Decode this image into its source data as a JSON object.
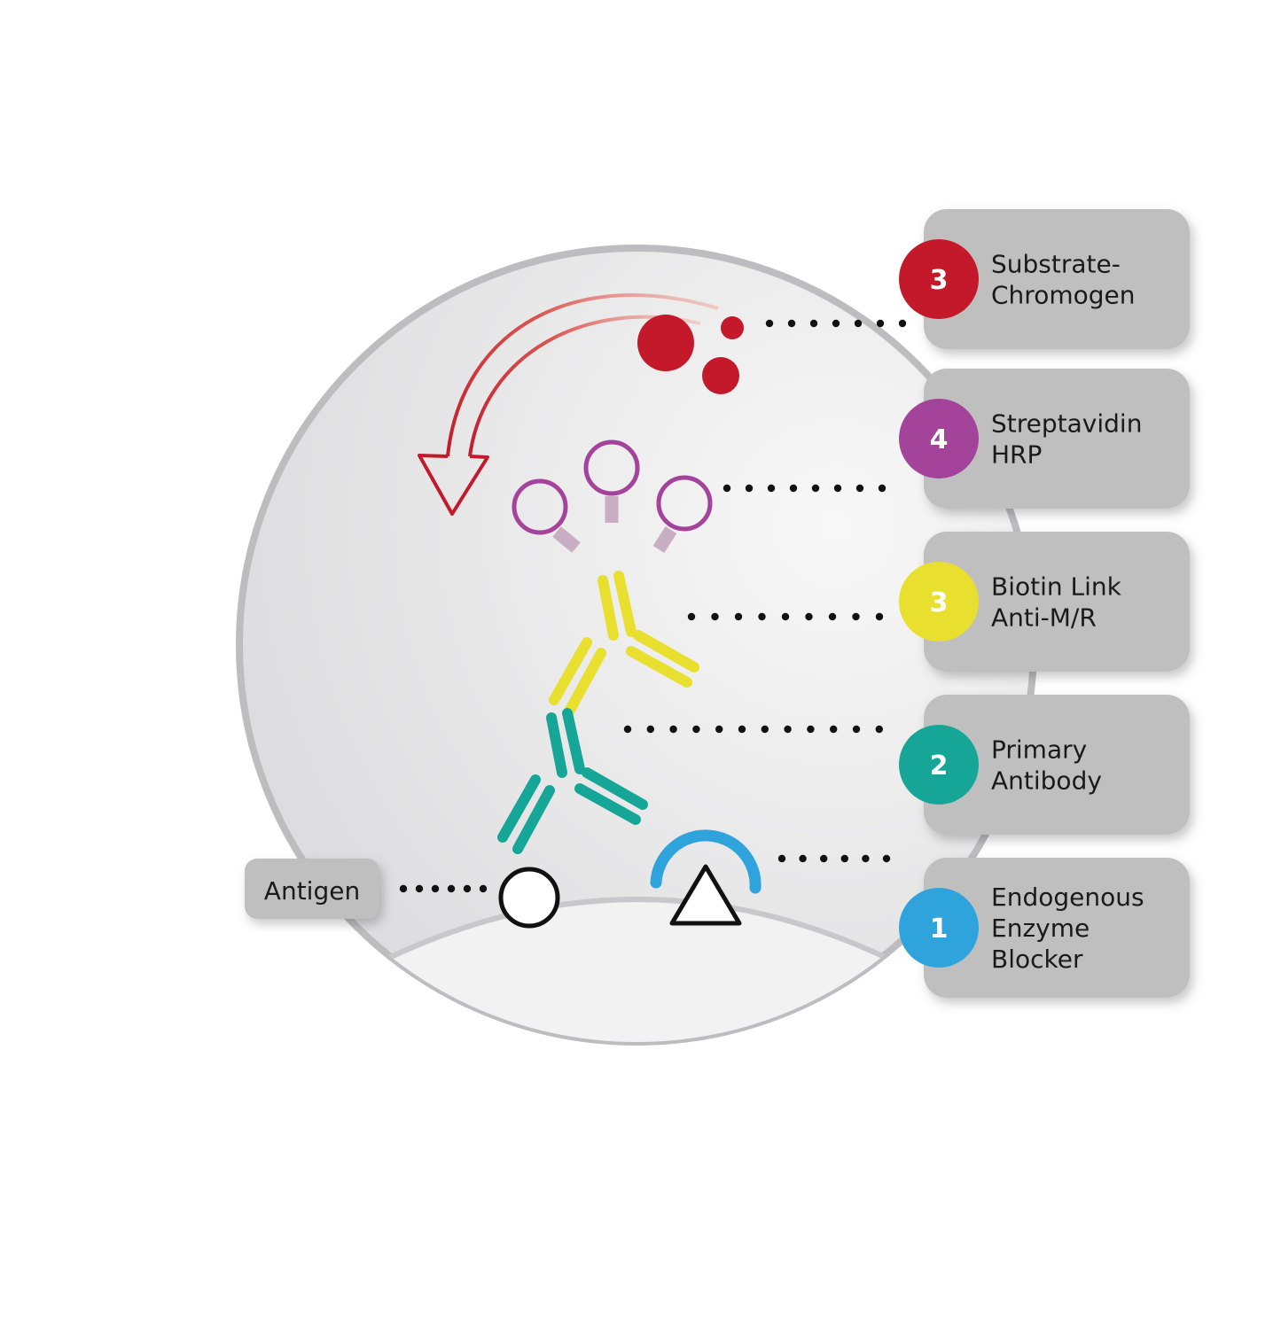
{
  "colors": {
    "red": "#c3192b",
    "purple": "#a3439a",
    "yellow": "#e8df2e",
    "teal": "#16a698",
    "blue": "#2fa3dc",
    "card": "#bfbfc0",
    "stem": "#c9aec3"
  },
  "labels": [
    {
      "number": "3",
      "lines": [
        "Substrate-",
        "Chromogen"
      ],
      "color": "#c3192b"
    },
    {
      "number": "4",
      "lines": [
        "Streptavidin",
        "HRP"
      ],
      "color": "#a3439a"
    },
    {
      "number": "3",
      "lines": [
        "Biotin Link",
        "Anti-M/R"
      ],
      "color": "#e8df2e"
    },
    {
      "number": "2",
      "lines": [
        "Primary",
        "Antibody"
      ],
      "color": "#16a698"
    },
    {
      "number": "1",
      "lines": [
        "Endogenous",
        "Enzyme",
        "Blocker"
      ],
      "color": "#2fa3dc"
    }
  ],
  "antigen": {
    "label": "Antigen"
  },
  "icons": [
    "curved-arrow-icon",
    "substrate-dots-icon",
    "streptavidin-icon",
    "antibody-icon",
    "antigen-circle-icon",
    "triangle-icon",
    "blocker-arc-icon"
  ]
}
